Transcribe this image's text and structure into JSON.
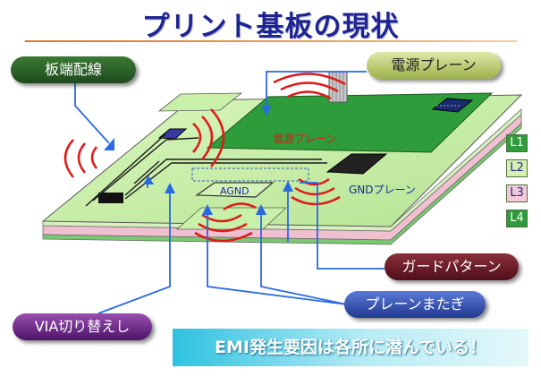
{
  "title": "プリント基板の現状",
  "labels": {
    "edge_wiring": "板端配線",
    "power_plane": "電源プレーン",
    "guard_pattern": "ガードパターン",
    "plane_crossing": "プレーンまたぎ",
    "via_switch": "VIA切り替えし"
  },
  "board_text": {
    "power_plane": "電源プレーン",
    "gnd_plane": "GNDプレーン",
    "agnd": "AGND"
  },
  "layers": [
    {
      "label": "L1",
      "color": "#2e9c3a"
    },
    {
      "label": "L2",
      "color": "#d6f0b4"
    },
    {
      "label": "L3",
      "color": "#f4c8d8"
    },
    {
      "label": "L4",
      "color": "#2e9c3a"
    }
  ],
  "banner": "EMI発生要因は各所に潜んでいる！",
  "colors": {
    "board_light": "#c8f0a8",
    "board_dark": "#2e9c3a",
    "emission_red": "#e01818",
    "arrow_blue": "#2a6ae0",
    "title_navy": "#1f2590"
  }
}
